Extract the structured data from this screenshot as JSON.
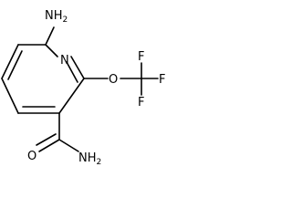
{
  "molecule": {
    "labels": {
      "amino": "NH",
      "amino_subscript": "2",
      "ring_nitrogen": "N",
      "ether_oxygen": "O",
      "fluorine_top": "F",
      "fluorine_right": "F",
      "fluorine_bottom": "F",
      "amide_oxygen": "O",
      "amide_nitrogen": "NH",
      "amide_nitrogen_subscript": "2"
    }
  }
}
